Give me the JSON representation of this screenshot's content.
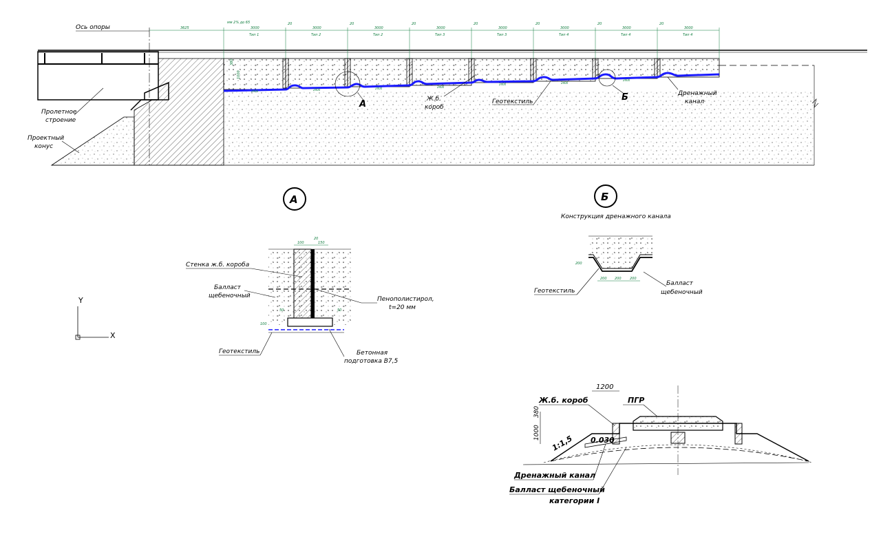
{
  "main_section": {
    "axis_label": "Ось опоры",
    "span_label_1": "Пролетное",
    "span_label_2": "строение",
    "cone_label_1": "Проектный",
    "cone_label_2": "конус",
    "box_label_1": "Ж.б.",
    "box_label_2": "короб",
    "geotextile_label": "Геотекстиль",
    "drain_label_1": "Дренажный",
    "drain_label_2": "канал",
    "callout_a": "А",
    "callout_b": "Б",
    "top_dims": [
      "3625",
      "3000",
      "3000",
      "3000",
      "3000",
      "3000",
      "3000",
      "3000",
      "3000"
    ],
    "gap_dims": [
      "20",
      "20",
      "20",
      "20",
      "20",
      "20",
      "20"
    ],
    "type_labels": [
      "Тип 1",
      "Тип 2",
      "Тип 2",
      "Тип 3",
      "Тип 3",
      "Тип 4",
      "Тип 4",
      "Тип 4"
    ],
    "top_note": "мм 2% до 65",
    "left_heights": [
      "380",
      "1000"
    ],
    "bottom_dims": [
      "2400",
      "2400",
      "2400",
      "2400",
      "2400",
      "2400",
      "2400"
    ]
  },
  "detail_a": {
    "title": "А",
    "wall_label": "Стенка ж.б. короба",
    "ballast_label_1": "Балласт",
    "ballast_label_2": "щебеночный",
    "foam_label_1": "Пенополистирол,",
    "foam_label_2": "t=20 мм",
    "geotextile_label": "Геотекстиль",
    "concrete_label_1": "Бетонная",
    "concrete_label_2": "подготовка В7,5",
    "dims": [
      "100",
      "20",
      "150",
      "50",
      "50",
      "100"
    ]
  },
  "detail_b": {
    "title": "Б",
    "subtitle": "Конструкция дренажного канала",
    "geotextile_label": "Геотекстиль",
    "ballast_label_1": "Балласт",
    "ballast_label_2": "щебеночный",
    "dims": [
      "200",
      "200",
      "200",
      "200"
    ]
  },
  "cross_section": {
    "box_label": "Ж.б. короб",
    "pgr_label": "ПГР",
    "width_dim": "1200",
    "height_dim_1": "380",
    "height_dim_2": "1000",
    "slope_label": "1:1,5",
    "grade_label": "0.030",
    "drain_label": "Дренажный канал",
    "ballast_label_1": "Балласт щебеночный",
    "ballast_label_2": "категории I"
  },
  "ucs": {
    "x_label": "X",
    "y_label": "Y"
  },
  "colors": {
    "geotextile": "#1a1aff",
    "dimension": "#0a7a3a",
    "line": "#000000"
  }
}
